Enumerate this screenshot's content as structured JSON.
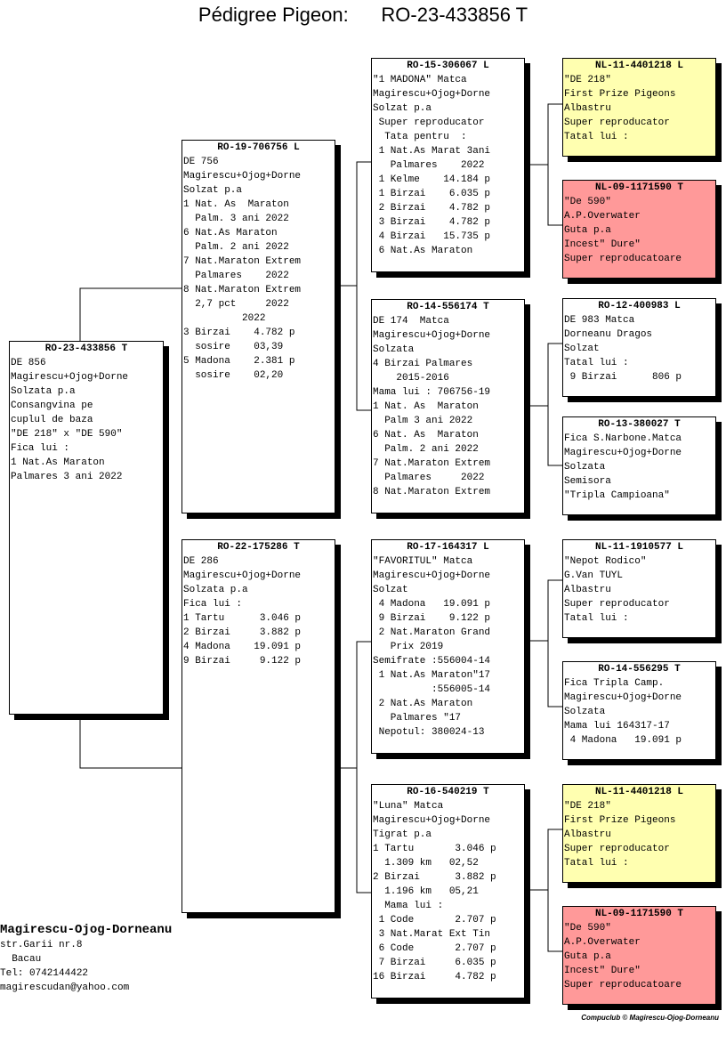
{
  "title": {
    "label": "Pédigree Pigeon:",
    "ring": "RO-23-433856 T"
  },
  "pigeons": {
    "p0": {
      "ring": "RO-23-433856 T",
      "color": "#ffffff",
      "lines": [
        "DE 856",
        "Magirescu+Ojog+Dorne",
        "Solzata p.a",
        "Consangvina pe",
        "cuplul de baza",
        "\"DE 218\" x \"DE 590\"",
        "Fica lui :",
        "1 Nat.As Maraton",
        "Palmares 3 ani 2022"
      ]
    },
    "p1": {
      "ring": "RO-19-706756 L",
      "color": "#ffffff",
      "lines": [
        "DE 756",
        "Magirescu+Ojog+Dorne",
        "Solzat p.a",
        "1 Nat. As  Maraton",
        "  Palm. 3 ani 2022",
        "6 Nat.As Maraton",
        "  Palm. 2 ani 2022",
        "7 Nat.Maraton Extrem",
        "  Palmares    2022",
        "8 Nat.Maraton Extrem",
        "  2,7 pct     2022",
        "          2022",
        "3 Birzai    4.782 p",
        "  sosire    03,39",
        "5 Madona    2.381 p",
        "  sosire    02,20"
      ]
    },
    "p2": {
      "ring": "RO-22-175286 T",
      "color": "#ffffff",
      "lines": [
        "DE 286",
        "Magirescu+Ojog+Dorne",
        "Solzata p.a",
        "Fica lui :",
        "1 Tartu      3.046 p",
        "2 Birzai     3.882 p",
        "4 Madona    19.091 p",
        "9 Birzai     9.122 p"
      ]
    },
    "p3": {
      "ring": "RO-15-306067 L",
      "color": "#ffffff",
      "lines": [
        "\"1 MADONA\" Matca",
        "Magirescu+Ojog+Dorne",
        "Solzat p.a",
        " Super reproducator",
        "  Tata pentru  :",
        " 1 Nat.As Marat 3ani",
        "   Palmares    2022",
        " 1 Kelme    14.184 p",
        " 1 Birzai    6.035 p",
        " 2 Birzai    4.782 p",
        " 3 Birzai    4.782 p",
        " 4 Birzai   15.735 p",
        " 6 Nat.As Maraton"
      ]
    },
    "p4": {
      "ring": "RO-14-556174 T",
      "color": "#ffffff",
      "lines": [
        "DE 174  Matca",
        "Magirescu+Ojog+Dorne",
        "Solzata",
        "4 Birzai Palmares",
        "    2015-2016",
        "Mama lui : 706756-19",
        "1 Nat. As  Maraton",
        "  Palm 3 ani 2022",
        "6 Nat. As  Maraton",
        "  Palm. 2 ani 2022",
        "7 Nat.Maraton Extrem",
        "  Palmares     2022",
        "8 Nat.Maraton Extrem"
      ]
    },
    "p5": {
      "ring": "RO-17-164317 L",
      "color": "#ffffff",
      "lines": [
        "\"FAVORITUL\" Matca",
        "Magirescu+Ojog+Dorne",
        "Solzat",
        " 4 Madona   19.091 p",
        " 9 Birzai    9.122 p",
        " 2 Nat.Maraton Grand",
        "   Prix 2019",
        "Semifrate :556004-14",
        " 1 Nat.As Maraton\"17",
        "          :556005-14",
        " 2 Nat.As Maraton",
        "   Palmares \"17",
        " Nepotul: 380024-13"
      ]
    },
    "p6": {
      "ring": "RO-16-540219 T",
      "color": "#ffffff",
      "lines": [
        "\"Luna\" Matca",
        "Magirescu+Ojog+Dorne",
        "Tigrat p.a",
        "1 Tartu       3.046 p",
        "  1.309 km   02,52",
        "2 Birzai      3.882 p",
        "  1.196 km   05,21",
        "  Mama lui :",
        " 1 Code       2.707 p",
        " 3 Nat.Marat Ext Tin",
        " 6 Code       2.707 p",
        " 7 Birzai     6.035 p",
        "16 Birzai     4.782 p"
      ]
    },
    "p7": {
      "ring": "NL-11-4401218 L",
      "color": "#ffffb0",
      "lines": [
        "\"DE 218\"",
        "First Prize Pigeons",
        "Albastru",
        "Super reproducator",
        "Tatal lui :"
      ]
    },
    "p8": {
      "ring": "NL-09-1171590 T",
      "color": "#ff9999",
      "lines": [
        "\"De 590\"",
        "A.P.Overwater",
        "Guta p.a",
        "Incest\" Dure\"",
        "Super reproducatoare"
      ]
    },
    "p9": {
      "ring": "RO-12-400983 L",
      "color": "#ffffff",
      "lines": [
        "DE 983 Matca",
        "Dorneanu Dragos",
        "Solzat",
        "Tatal lui :",
        " 9 Birzai      806 p"
      ]
    },
    "p10": {
      "ring": "RO-13-380027 T",
      "color": "#ffffff",
      "lines": [
        "Fica S.Narbone.Matca",
        "Magirescu+Ojog+Dorne",
        "Solzata",
        "Semisora",
        "\"Tripla Campioana\""
      ]
    },
    "p11": {
      "ring": "NL-11-1910577 L",
      "color": "#ffffff",
      "lines": [
        "\"Nepot Rodico\"",
        "G.Van TUYL",
        "Albastru",
        "Super reproducator",
        "Tatal lui :"
      ]
    },
    "p12": {
      "ring": "RO-14-556295 T",
      "color": "#ffffff",
      "lines": [
        "Fica Tripla Camp.",
        "Magirescu+Ojog+Dorne",
        "Solzata",
        "Mama lui 164317-17",
        " 4 Madona   19.091 p"
      ]
    },
    "p13": {
      "ring": "NL-11-4401218 L",
      "color": "#ffffb0",
      "lines": [
        "\"DE 218\"",
        "First Prize Pigeons",
        "Albastru",
        "Super reproducator",
        "Tatal lui :"
      ]
    },
    "p14": {
      "ring": "NL-09-1171590 T",
      "color": "#ff9999",
      "lines": [
        "\"De 590\"",
        "A.P.Overwater",
        "Guta p.a",
        "Incest\" Dure\"",
        "Super reproducatoare"
      ]
    }
  },
  "owner": {
    "name": "Magirescu-Ojog-Dorneanu",
    "address": "str.Garii nr.8",
    "city": "  Bacau",
    "phone": "Tel: 0742144422",
    "email": "magirescudan@yahoo.com"
  },
  "footer": "Compuclub © Magirescu-Ojog-Dorneanu"
}
